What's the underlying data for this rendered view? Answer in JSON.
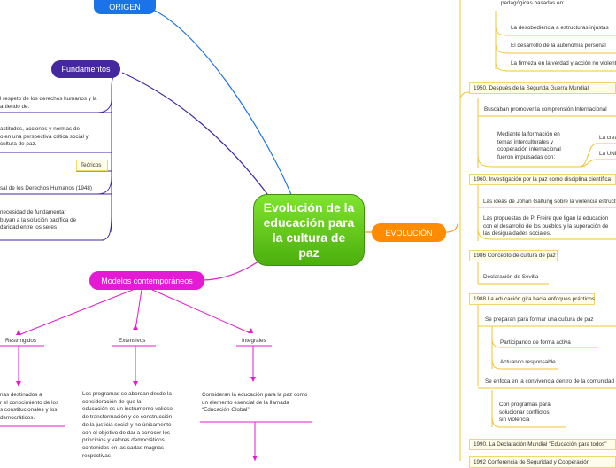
{
  "central": {
    "title": "Evolución de la educación para la cultura de paz"
  },
  "origen": {
    "label": "ORIGEN"
  },
  "fundamentos": {
    "label": "Fundamentos",
    "items": [
      {
        "lines": [
          "l respeto de los derechos humanos y la",
          "artiendo de:"
        ]
      },
      {
        "lines": [
          "actitudes, acciones y normas de",
          "o en una perspectiva crítica social y",
          "cultura de paz."
        ]
      },
      {
        "lines": [
          "Teóricos"
        ]
      },
      {
        "lines": [
          "sal de los Derechos Humanos (1948)"
        ]
      },
      {
        "lines": [
          "necesidad de fundamentar",
          "buyan a la solución pacífica de",
          "daridad entre los seres"
        ]
      }
    ]
  },
  "modelos": {
    "label": "Modelos contemporáneos",
    "branches": [
      {
        "label": "Restringidos",
        "desc": [
          "nas destinados a",
          "r el conocimiento de los",
          "s constitucionales y los",
          "democráticos."
        ]
      },
      {
        "label": "Extensivos",
        "desc": [
          "Los programas se abordan desde la",
          "consideración de que la",
          "educación es un instrumento valioso",
          "de transformación y de construcción",
          "de la justicia social y no únicamente",
          "con el objetivo de dar a conocer los",
          "principios y valores democráticos",
          "contenidos en las cartas magnas",
          "respectivas"
        ]
      },
      {
        "label": "Integrales",
        "desc": [
          "Consideran la educación para la paz como",
          "un elemento esencial de la llamada",
          "“Educación Global”."
        ]
      }
    ]
  },
  "evolucion": {
    "label": "EVOLUCIÓN",
    "items": [
      {
        "lines": [
          "pedagógicas basadas en:"
        ]
      },
      {
        "lines": [
          "La desobediencia a estructuras injustas"
        ]
      },
      {
        "lines": [
          "El desarrollo de la autonomía personal"
        ]
      },
      {
        "lines": [
          "La firmeza en la verdad y acción no violenta"
        ]
      },
      {
        "lines": [
          "1950. Después de la Segunda Guerra Mundial"
        ]
      },
      {
        "lines": [
          "Buscaban promover la comprensión Internacional"
        ]
      },
      {
        "lines": [
          "Mediante la formación en",
          "temas interculturales  y",
          "cooperación internacional",
          "fueron impulsadas con:"
        ]
      },
      {
        "lines": [
          "La crea"
        ]
      },
      {
        "lines": [
          "La UNE"
        ]
      },
      {
        "lines": [
          "1960. Investigación por la paz como disciplina científica"
        ]
      },
      {
        "lines": [
          "Las ideas de Johan Galtung sobre la violencia estructu"
        ]
      },
      {
        "lines": [
          "Las propuestas de P. Freire que ligan la educación",
          "con el desarrollo de los pueblos y la superación de",
          "las desigualdades sociales."
        ]
      },
      {
        "lines": [
          "1986 Concepto de cultura de paz"
        ]
      },
      {
        "lines": [
          "Declaración de Sevilla"
        ]
      },
      {
        "lines": [
          "1988 La educación gira hacia enfoques prácticos"
        ]
      },
      {
        "lines": [
          "Se preparan para formar una cultura de paz"
        ]
      },
      {
        "lines": [
          "Participando de forma activa"
        ]
      },
      {
        "lines": [
          "Actuando responsable"
        ]
      },
      {
        "lines": [
          "Se enfoca en la convivencia dentro de la comunidad"
        ]
      },
      {
        "lines": [
          "Con programas para",
          "solucionar conflictos",
          "sin violencia"
        ]
      },
      {
        "lines": [
          "1990. La Declaración Mundial \"Educación para todos\""
        ]
      },
      {
        "lines": [
          "1992 Conferencia de Seguridad y Cooperación"
        ]
      }
    ]
  },
  "colors": {
    "origen": "#1a73e8",
    "fundamentos": "#4527a0",
    "modelos": "#e51ad4",
    "evolucion": "#ff8c00",
    "evolucion_line": "#f0c430",
    "center_top": "#7fe42e",
    "center_bottom": "#4caf0e"
  }
}
